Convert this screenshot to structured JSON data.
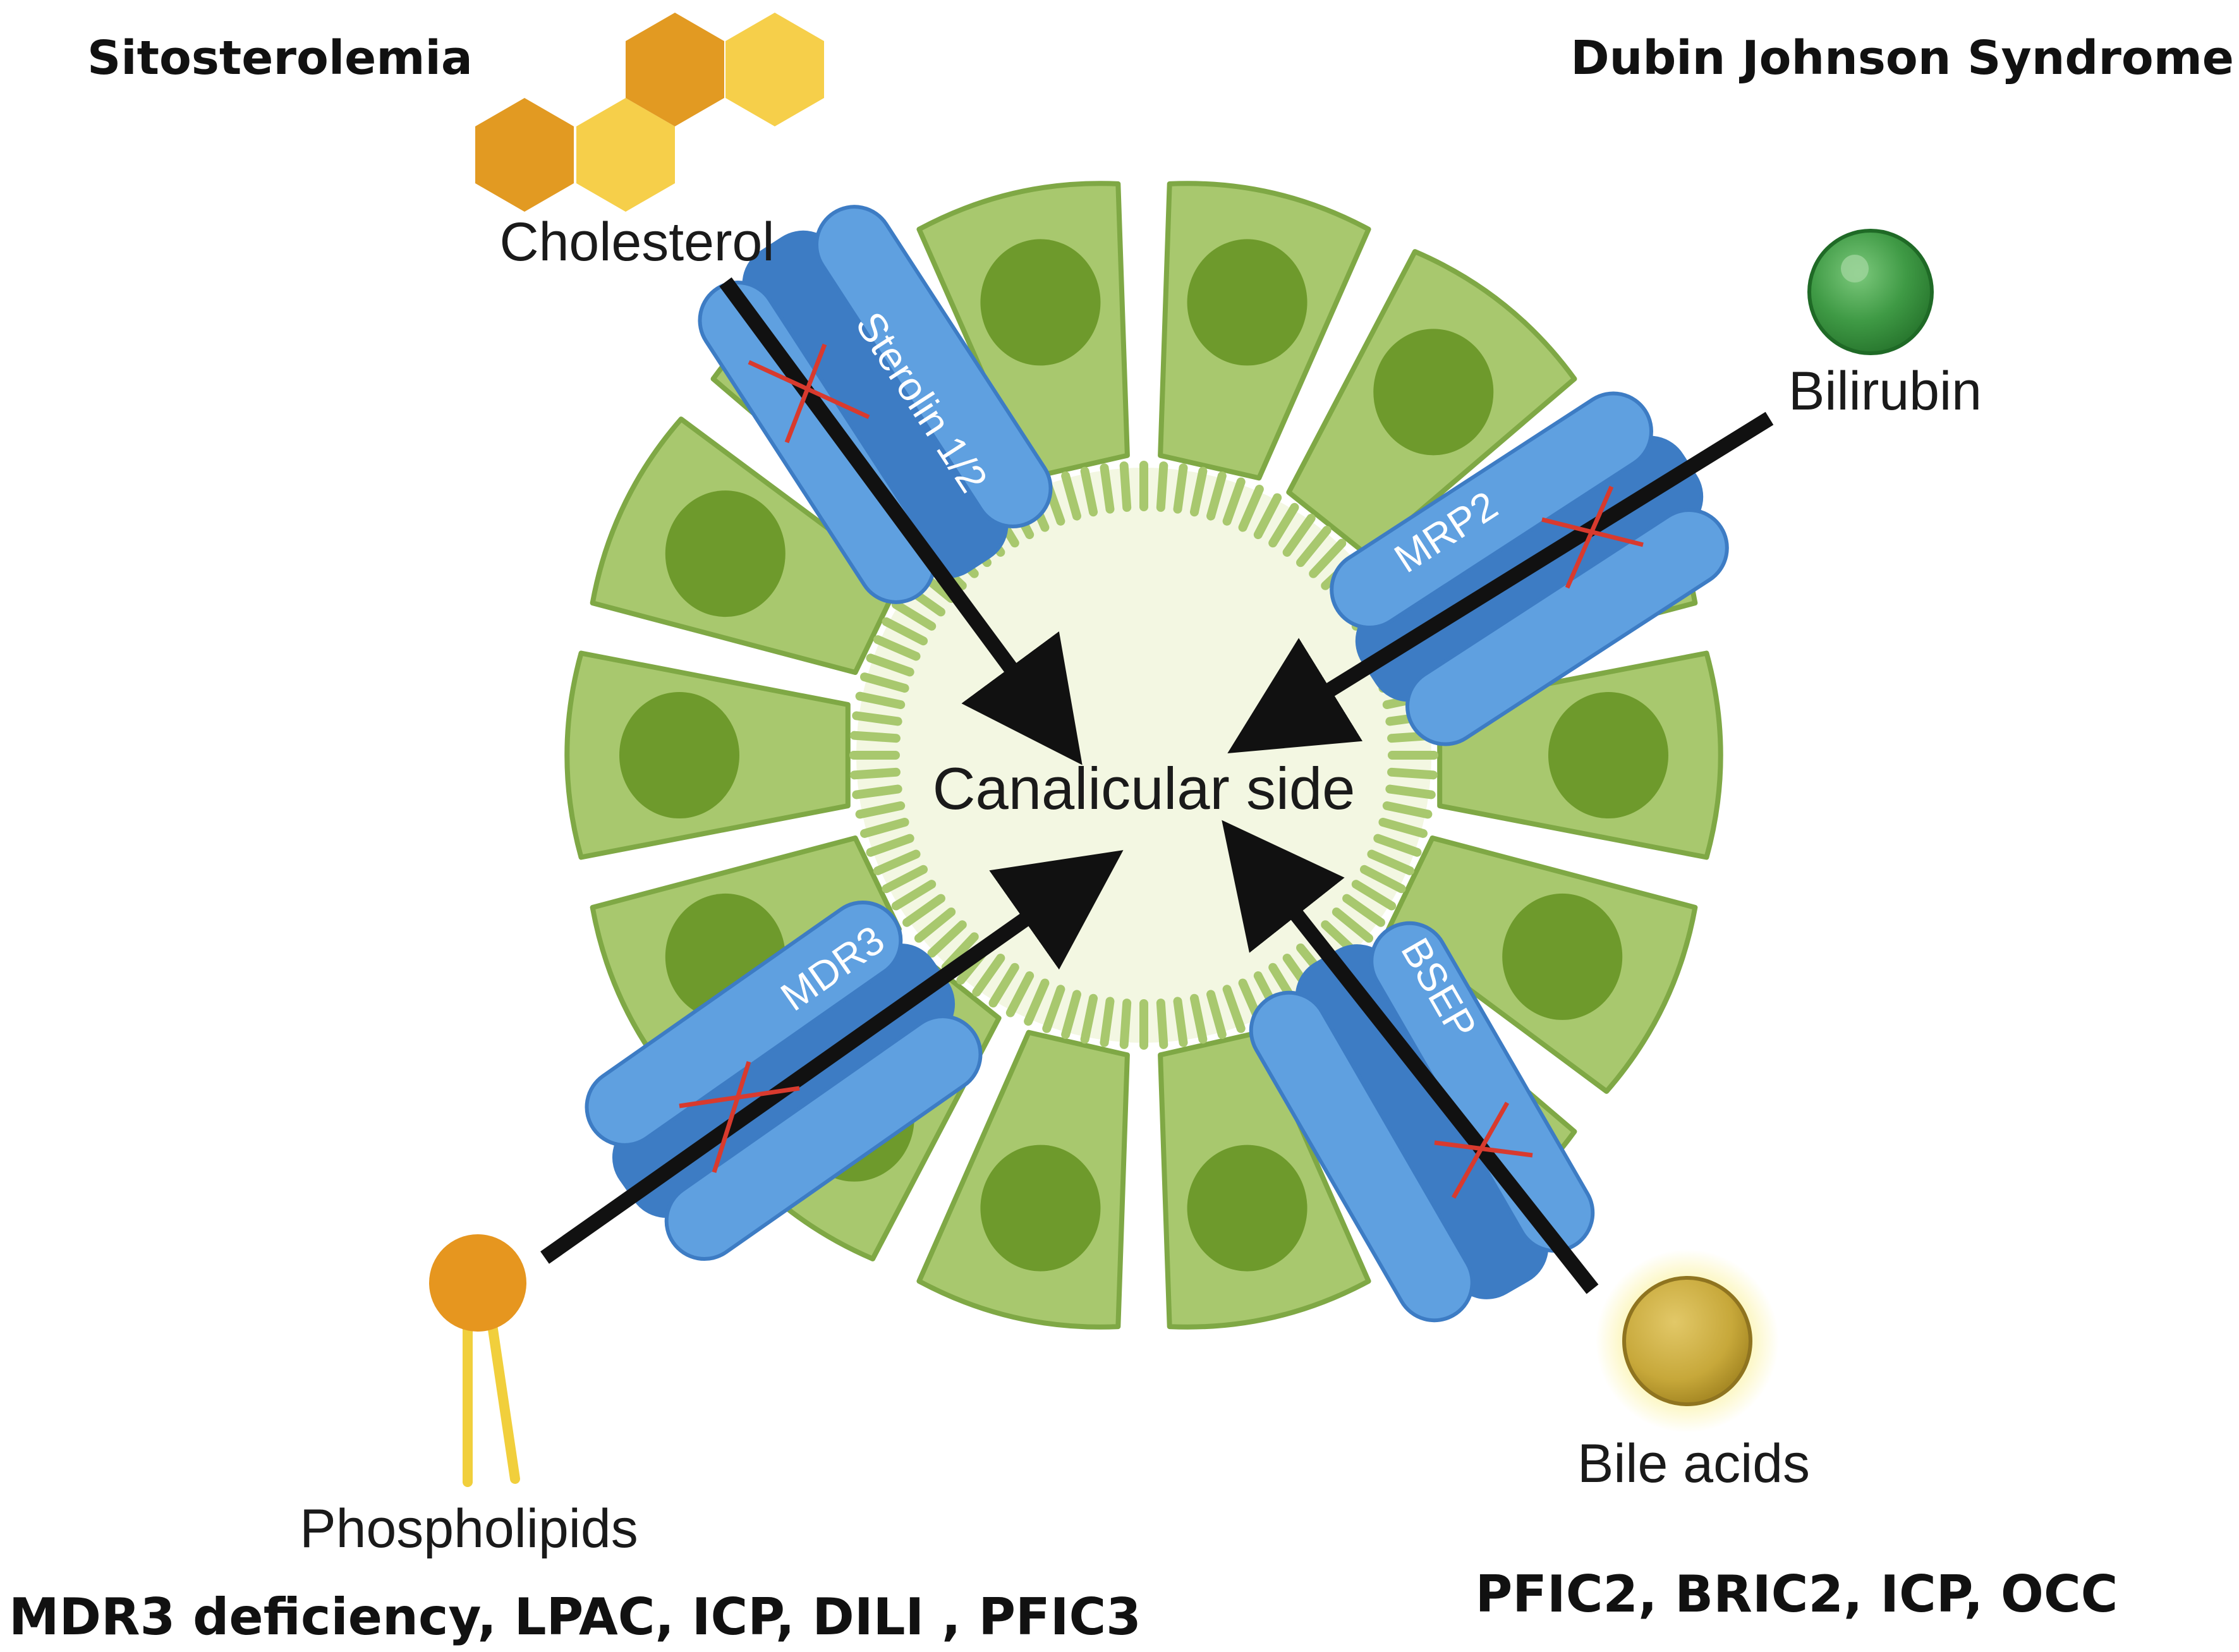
{
  "titles": {
    "top_left": "Sitosterolemia",
    "top_right": "Dubin Johnson Syndrome",
    "bottom_left": "MDR3 deficiency, LPAC, ICP, DILI , PFIC3",
    "bottom_right": "PFIC2, BRIC2, ICP, OCC"
  },
  "center_label": "Canalicular side",
  "substrates": {
    "cholesterol": "Cholesterol",
    "bilirubin": "Bilirubin",
    "phospholipids": "Phospholipids",
    "bile_acids": "Bile acids"
  },
  "transporters": {
    "sterolin": "Sterolin 1/2",
    "mrp2": "MRP2",
    "mdr3": "MDR3",
    "bsep": "BSEP"
  },
  "colors": {
    "cell_fill": "#a8c86e",
    "cell_stroke": "#7fa845",
    "nucleus": "#6e9a2c",
    "lumen": "#f3f7e2",
    "transporter": "#5fa0e0",
    "transporter_dark": "#3d7cc4",
    "arrow": "#111111",
    "cross": "#d83a2e",
    "cholesterol_dark": "#e29a22",
    "cholesterol_light": "#f6cf4a",
    "bilirubin": "#3f9a45",
    "phospholipid_head": "#e6961f",
    "phospholipid_tail": "#f1cf3c",
    "bile_acid": "#c7a83a",
    "bile_acid_glow": "#fbf3a6"
  }
}
